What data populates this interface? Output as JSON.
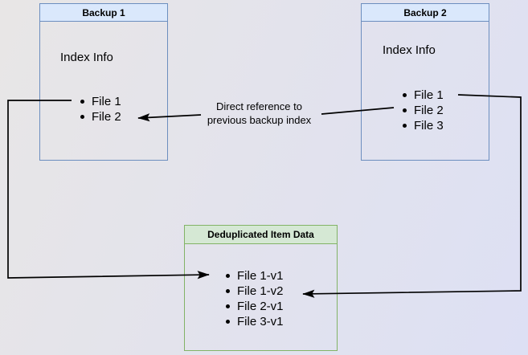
{
  "colors": {
    "page-bg-start": "#e8e6e6",
    "page-bg-mid": "#e3e3ec",
    "page-bg-end": "#dde0f4",
    "blue-border": "#6c8ebf",
    "blue-fill": "#dae8fc",
    "green-border": "#82b366",
    "green-fill": "#d5e8d4",
    "line": "#000000",
    "text": "#000000"
  },
  "backup1": {
    "title": "Backup 1",
    "subtitle": "Index Info",
    "files": [
      "File 1",
      "File 2"
    ]
  },
  "backup2": {
    "title": "Backup 2",
    "subtitle": "Index Info",
    "files": [
      "File 1",
      "File 2",
      "File 3"
    ]
  },
  "dedup": {
    "title": "Deduplicated Item Data",
    "files": [
      "File 1-v1",
      "File 1-v2",
      "File 2-v1",
      "File 3-v1"
    ]
  },
  "reference_label": {
    "line1": "Direct reference to",
    "line2": "previous backup index"
  },
  "arrows": [
    {
      "from": "Backup 1 / File 1",
      "to": "Deduplicated Item Data / File 1-v1"
    },
    {
      "from": "Backup 2 / File 1",
      "to": "Deduplicated Item Data / File 1-v2"
    },
    {
      "from": "Backup 2 / File 2",
      "to": "Backup 1 / File 2",
      "label": "Direct reference to previous backup index"
    }
  ]
}
